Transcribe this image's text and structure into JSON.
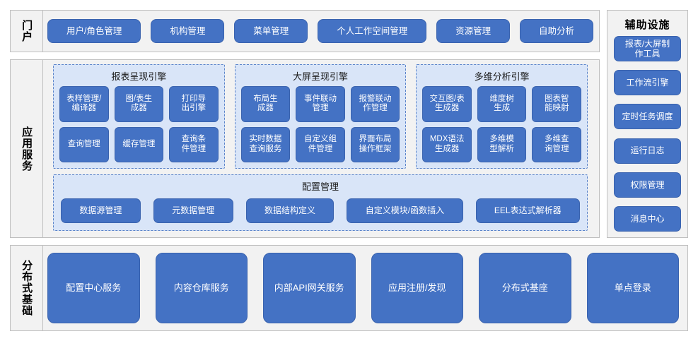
{
  "colors": {
    "button_blue": "#4472C4",
    "button_border": "#3A63AE",
    "panel_gray": "#F2F2F2",
    "panel_border": "#BFBFBF",
    "group_fill": "#D9E5F8",
    "group_border": "#5A83C9",
    "text_white": "#FFFFFF",
    "text_black": "#000000"
  },
  "portal": {
    "label": "门户",
    "items": [
      {
        "label": "用户/角色管理"
      },
      {
        "label": "机构管理"
      },
      {
        "label": "菜单管理"
      },
      {
        "label": "个人工作空间管理"
      },
      {
        "label": "资源管理"
      },
      {
        "label": "自助分析"
      }
    ]
  },
  "aux": {
    "title": "辅助设施",
    "items": [
      {
        "label": "报表/大屏制\n作工具"
      },
      {
        "label": "工作流引擎"
      },
      {
        "label": "定时任务调度"
      },
      {
        "label": "运行日志"
      },
      {
        "label": "权限管理"
      },
      {
        "label": "消息中心"
      }
    ]
  },
  "app_services": {
    "label": "应用服务",
    "engines": [
      {
        "title": "报表呈现引擎",
        "items": [
          {
            "label": "表样管理/\n编译器"
          },
          {
            "label": "图/表生\n成器"
          },
          {
            "label": "打印导\n出引擎"
          },
          {
            "label": "查询管理"
          },
          {
            "label": "缓存管理"
          },
          {
            "label": "查询条\n件管理"
          }
        ]
      },
      {
        "title": "大屏呈现引擎",
        "items": [
          {
            "label": "布局生\n成器"
          },
          {
            "label": "事件联动\n管理"
          },
          {
            "label": "报警联动\n作管理"
          },
          {
            "label": "实时数据\n查询服务"
          },
          {
            "label": "自定义组\n件管理"
          },
          {
            "label": "界面布局\n操作框架"
          }
        ]
      },
      {
        "title": "多维分析引擎",
        "items": [
          {
            "label": "交互图/表\n生成器"
          },
          {
            "label": "维度树\n生成"
          },
          {
            "label": "图表智\n能映射"
          },
          {
            "label": "MDX语法\n生成器"
          },
          {
            "label": "多维模\n型解析"
          },
          {
            "label": "多维查\n询管理"
          }
        ]
      }
    ],
    "config": {
      "title": "配置管理",
      "items": [
        {
          "label": "数据源管理"
        },
        {
          "label": "元数据管理"
        },
        {
          "label": "数据结构定义"
        },
        {
          "label": "自定义模块/函数插入"
        },
        {
          "label": "EEL表达式解析器"
        }
      ]
    }
  },
  "distributed": {
    "label": "分布式基础",
    "items": [
      {
        "label": "配置中心服务"
      },
      {
        "label": "内容仓库服务"
      },
      {
        "label": "内部API网关服务"
      },
      {
        "label": "应用注册/发现"
      },
      {
        "label": "分布式基座"
      },
      {
        "label": "单点登录"
      }
    ]
  }
}
